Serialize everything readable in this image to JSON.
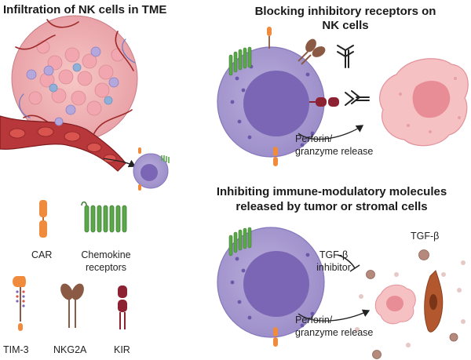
{
  "panels": {
    "infiltration": {
      "title": "Infiltration of NK cells in TME"
    },
    "blocking": {
      "title_line1": "Blocking inhibitory receptors on",
      "title_line2": "NK cells"
    },
    "inhibiting": {
      "title_line1": "Inhibiting immune-modulatory molecules",
      "title_line2": "released by tumor or stromal cells"
    }
  },
  "legend": {
    "car": "CAR",
    "chemokine_line1": "Chemokine",
    "chemokine_line2": "receptors",
    "tim3": "TIM-3",
    "nkg2a": "NKG2A",
    "kir": "KIR"
  },
  "labels": {
    "perforin_top_line1": "Perforin/",
    "perforin_top_line2": "granzyme release",
    "perforin_bottom_line1": "Perforin/",
    "perforin_bottom_line2": "granzyme release",
    "tgfb": "TGF-β",
    "tgfb_inhibitor_line1": "TGF-β",
    "tgfb_inhibitor_line2": "inhibitor"
  },
  "colors": {
    "nk_cell": "#a89ad0",
    "nk_nucleus": "#7b66b5",
    "tumor_cell": "#f4b9bd",
    "tumor_nucleus": "#e88c95",
    "vessel": "#9e2a2a",
    "car": "#f08a3c",
    "chemokine": "#5aa84a",
    "nkg2a": "#8a5a44",
    "kir": "#8c2232",
    "stromal": "#b3582e"
  }
}
